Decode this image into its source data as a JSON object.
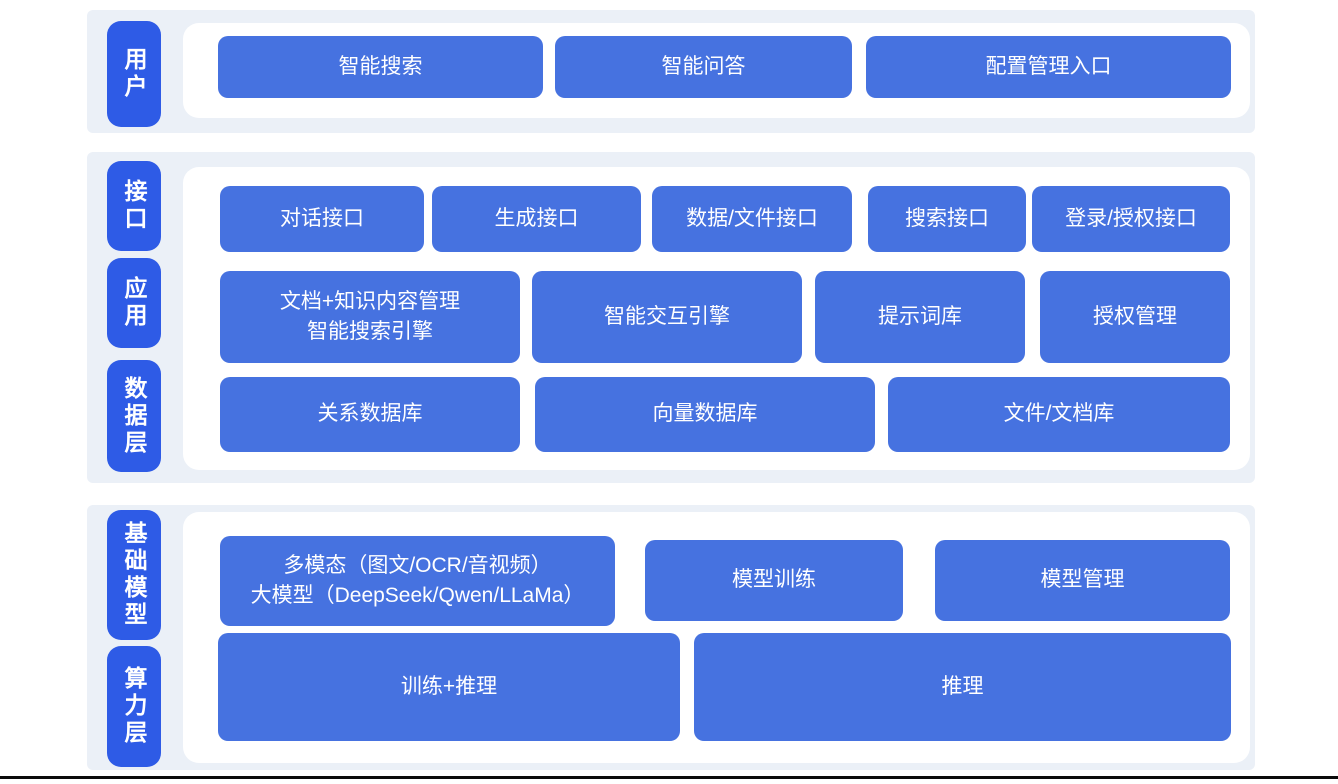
{
  "colors": {
    "layer_pill": "#2e5be6",
    "block": "#4672e0",
    "band_background": "#ebf0f7",
    "panel_background": "#ffffff",
    "text": "#ffffff",
    "bottom_line": "#0a0a0a"
  },
  "layers": {
    "user": {
      "label": "用户"
    },
    "interface": {
      "label": "接口"
    },
    "application": {
      "label": "应用"
    },
    "data": {
      "label": "数据层"
    },
    "foundation_model": {
      "label": "基础模型"
    },
    "compute": {
      "label": "算力层"
    }
  },
  "blocks": {
    "user_row": {
      "smart_search": "智能搜索",
      "smart_qa": "智能问答",
      "config_entry": "配置管理入口"
    },
    "interface_row": {
      "dialog_api": "对话接口",
      "generation_api": "生成接口",
      "data_file_api": "数据/文件接口",
      "search_api": "搜索接口",
      "login_auth_api": "登录/授权接口"
    },
    "application_row": {
      "doc_knowledge_search": "文档+知识内容管理\n智能搜索引擎",
      "interaction_engine": "智能交互引擎",
      "prompt_library": "提示词库",
      "auth_management": "授权管理"
    },
    "data_row": {
      "relational_db": "关系数据库",
      "vector_db": "向量数据库",
      "file_doc_store": "文件/文档库"
    },
    "model_row": {
      "multimodal_llm": "多模态（图文/OCR/音视频）\n大模型（DeepSeek/Qwen/LLaMa）",
      "model_training": "模型训练",
      "model_management": "模型管理"
    },
    "compute_row": {
      "training_inference": "训练+推理",
      "inference": "推理"
    }
  }
}
